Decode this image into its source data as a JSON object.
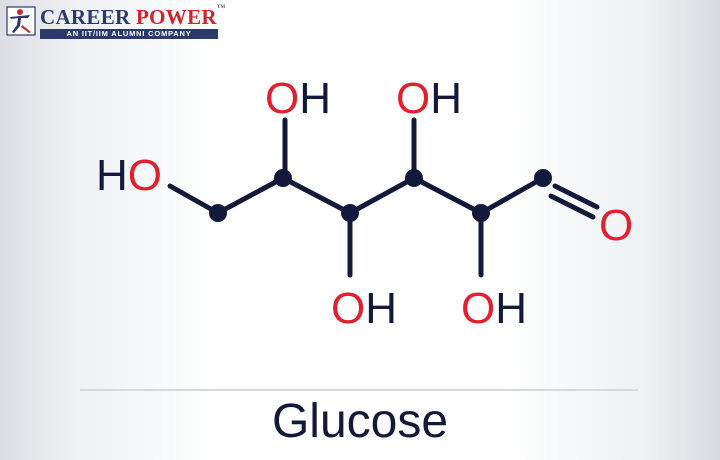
{
  "logo": {
    "brand_word1": "CAREER",
    "brand_word2": "POWER",
    "trademark": "TM",
    "tagline": "AN IIT/IIM ALUMNI COMPANY",
    "colors": {
      "navy": "#2a3a6b",
      "red": "#d2232a"
    }
  },
  "molecule": {
    "name": "Glucose",
    "type": "open-chain skeletal formula",
    "groups": [
      {
        "id": "ho_left",
        "o": "O",
        "h": "H",
        "label": "HO"
      },
      {
        "id": "oh_c2",
        "o": "O",
        "h": "H",
        "label": "OH"
      },
      {
        "id": "oh_c3",
        "o": "O",
        "h": "H",
        "label": "OH"
      },
      {
        "id": "oh_c4",
        "o": "O",
        "h": "H",
        "label": "OH"
      },
      {
        "id": "oh_c5",
        "o": "O",
        "h": "H",
        "label": "OH"
      },
      {
        "id": "aldehyde_o",
        "o": "O",
        "label": "O"
      }
    ],
    "colors": {
      "oxygen": "#e21f2d",
      "hydrogen_bond": "#13193a"
    }
  },
  "caption": {
    "title": "Glucose"
  }
}
